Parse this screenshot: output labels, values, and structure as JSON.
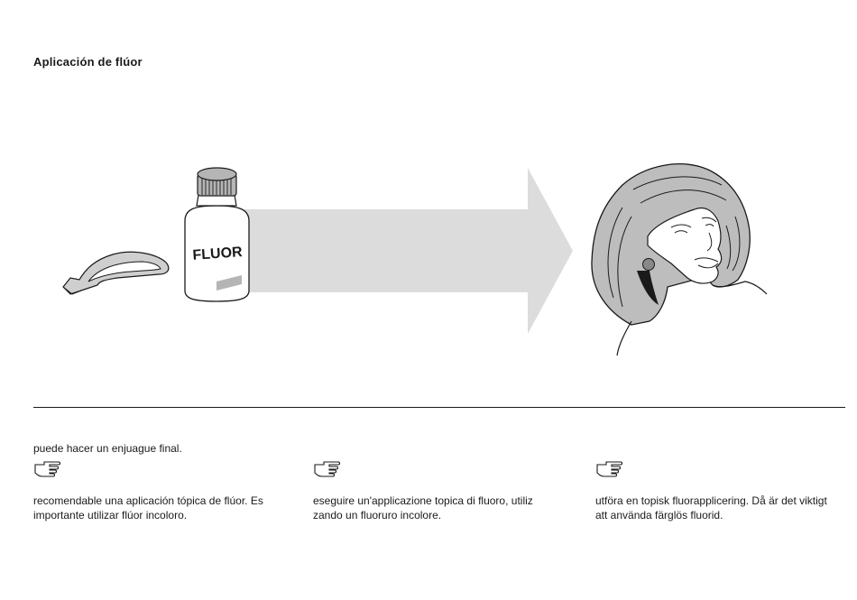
{
  "heading": "Aplicación de flúor",
  "illustration": {
    "bottle_label": "FLUOR",
    "colors": {
      "arrow": "#dcdcdc",
      "hair": "#bdbdbd",
      "outline": "#1a1a1a",
      "earring": "#888888"
    }
  },
  "intro_text": "puede hacer un enjuague final.",
  "pointer_icon": "pointing-hand-icon",
  "columns": [
    {
      "line1": "recomendable una aplicación tópica de flúor. Es",
      "line2": "importante utilizar flúor incoloro."
    },
    {
      "line1": "eseguire un'applicazione topica di fluoro, utiliz",
      "line2": "zando un fluoruro incolore."
    },
    {
      "line1": "utföra en topisk fluorapplicering. Då är det viktigt",
      "line2": "att använda färglös fluorid."
    }
  ]
}
